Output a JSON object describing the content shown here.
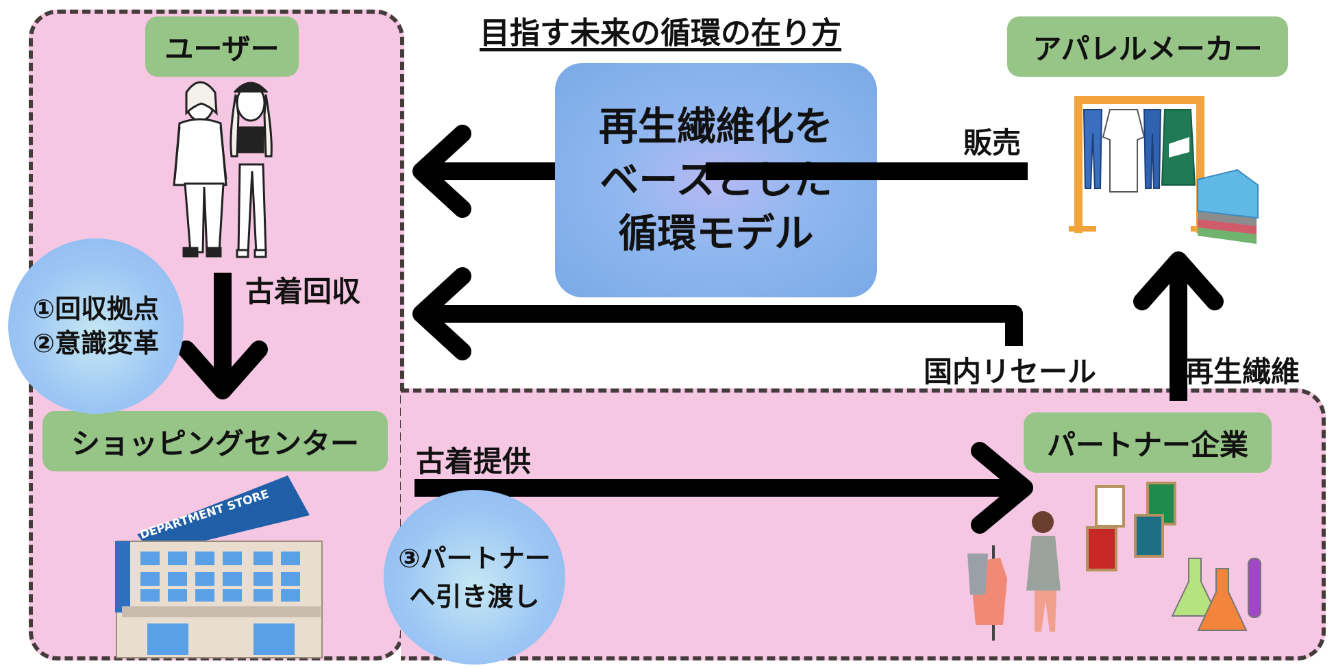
{
  "title": "目指す未来の循環の在り方",
  "nodes": {
    "user": "ユーザー",
    "apparel_maker": "アパレルメーカー",
    "shopping_center": "ショッピングセンター",
    "partner_company": "パートナー企業"
  },
  "center_model": [
    "再生繊維化を",
    "ベースとした",
    "循環モデル"
  ],
  "edge_labels": {
    "sales": "販売",
    "used_clothing_collection": "古着回収",
    "domestic_resale": "国内リセール",
    "recycled_fiber": "再生繊維",
    "used_clothing_supply": "古着提供"
  },
  "circles": {
    "left": [
      "①回収拠点",
      "②意識変革"
    ],
    "bottom": [
      "③パートナー",
      "へ引き渡し"
    ]
  },
  "illustrations": {
    "store_sign": "DEPARTMENT STORE"
  },
  "colors": {
    "region_fill": "#f6c7e2",
    "label_fill": "#97c487",
    "border": "#463b3b",
    "center_box": "#8fb7ef",
    "circle": "#9cc6f4"
  }
}
